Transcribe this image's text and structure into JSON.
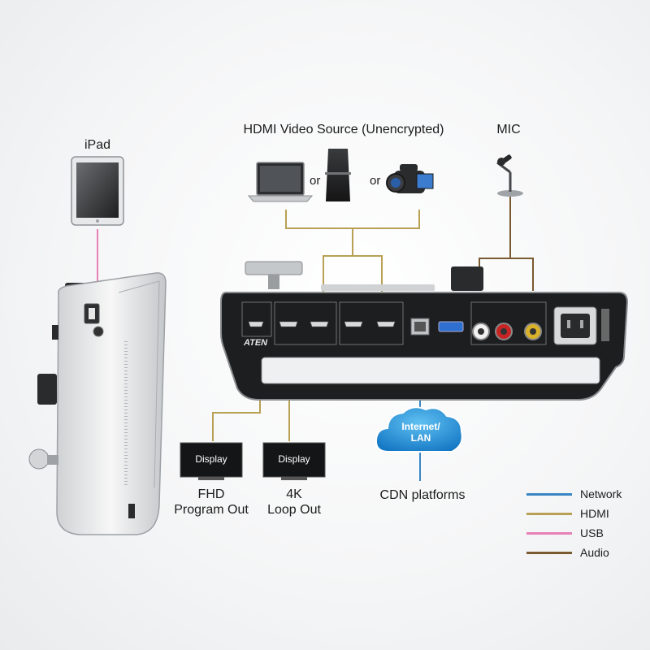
{
  "labels": {
    "ipad": "iPad",
    "hdmi_source": "HDMI Video Source (Unencrypted)",
    "mic": "MIC",
    "or_1": "or",
    "or_2": "or",
    "display_1": "Display",
    "display_2": "Display",
    "fhd_line1": "FHD",
    "fhd_line2": "Program Out",
    "k4_line1": "4K",
    "k4_line2": "Loop Out",
    "cdn": "CDN platforms",
    "internet_line1": "Internet/",
    "internet_line2": "LAN",
    "brand": "ATEN"
  },
  "legend": [
    {
      "label": "Network",
      "color": "#3a86c5"
    },
    {
      "label": "HDMI",
      "color": "#b8a055"
    },
    {
      "label": "USB",
      "color": "#e880b8"
    },
    {
      "label": "Audio",
      "color": "#7a5a30"
    }
  ],
  "colors": {
    "network": "#3a86c5",
    "hdmi": "#b8a055",
    "usb": "#e880b8",
    "audio": "#7a5a30",
    "cloud": "#1f8fd6"
  }
}
